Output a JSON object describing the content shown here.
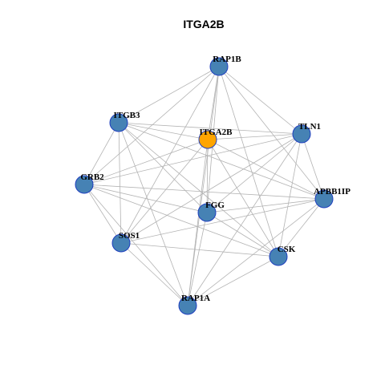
{
  "title": "ITGA2B",
  "colors": {
    "node_default": "#4682b4",
    "node_highlight": "#ffa500",
    "node_border": "#1f3fbf",
    "edge": "#b3b3b3"
  },
  "graph": {
    "nodes": [
      {
        "id": "RAP1B",
        "label": "RAP1B",
        "highlight": false
      },
      {
        "id": "ITGB3",
        "label": "ITGB3",
        "highlight": false
      },
      {
        "id": "ITGA2B",
        "label": "ITGA2B",
        "highlight": true
      },
      {
        "id": "TLN1",
        "label": "TLN1",
        "highlight": false
      },
      {
        "id": "GRB2",
        "label": "GRB2",
        "highlight": false
      },
      {
        "id": "APBB1IP",
        "label": "APBB1IP",
        "highlight": false
      },
      {
        "id": "FGG",
        "label": "FGG",
        "highlight": false
      },
      {
        "id": "SOS1",
        "label": "SOS1",
        "highlight": false
      },
      {
        "id": "CSK",
        "label": "CSK",
        "highlight": false
      },
      {
        "id": "RAP1A",
        "label": "RAP1A",
        "highlight": false
      }
    ],
    "edges": [
      [
        "RAP1B",
        "ITGB3"
      ],
      [
        "RAP1B",
        "ITGA2B"
      ],
      [
        "RAP1B",
        "TLN1"
      ],
      [
        "RAP1B",
        "GRB2"
      ],
      [
        "RAP1B",
        "APBB1IP"
      ],
      [
        "RAP1B",
        "FGG"
      ],
      [
        "RAP1B",
        "SOS1"
      ],
      [
        "RAP1B",
        "CSK"
      ],
      [
        "RAP1B",
        "RAP1A"
      ],
      [
        "ITGB3",
        "ITGA2B"
      ],
      [
        "ITGB3",
        "TLN1"
      ],
      [
        "ITGB3",
        "GRB2"
      ],
      [
        "ITGB3",
        "APBB1IP"
      ],
      [
        "ITGB3",
        "FGG"
      ],
      [
        "ITGB3",
        "SOS1"
      ],
      [
        "ITGB3",
        "CSK"
      ],
      [
        "ITGB3",
        "RAP1A"
      ],
      [
        "ITGA2B",
        "TLN1"
      ],
      [
        "ITGA2B",
        "GRB2"
      ],
      [
        "ITGA2B",
        "APBB1IP"
      ],
      [
        "ITGA2B",
        "FGG"
      ],
      [
        "ITGA2B",
        "SOS1"
      ],
      [
        "ITGA2B",
        "CSK"
      ],
      [
        "ITGA2B",
        "RAP1A"
      ],
      [
        "TLN1",
        "GRB2"
      ],
      [
        "TLN1",
        "APBB1IP"
      ],
      [
        "TLN1",
        "FGG"
      ],
      [
        "TLN1",
        "SOS1"
      ],
      [
        "TLN1",
        "CSK"
      ],
      [
        "TLN1",
        "RAP1A"
      ],
      [
        "GRB2",
        "APBB1IP"
      ],
      [
        "GRB2",
        "FGG"
      ],
      [
        "GRB2",
        "SOS1"
      ],
      [
        "GRB2",
        "CSK"
      ],
      [
        "GRB2",
        "RAP1A"
      ],
      [
        "APBB1IP",
        "FGG"
      ],
      [
        "APBB1IP",
        "SOS1"
      ],
      [
        "APBB1IP",
        "CSK"
      ],
      [
        "APBB1IP",
        "RAP1A"
      ],
      [
        "FGG",
        "CSK"
      ],
      [
        "FGG",
        "RAP1A"
      ],
      [
        "SOS1",
        "CSK"
      ],
      [
        "SOS1",
        "RAP1A"
      ],
      [
        "CSK",
        "RAP1A"
      ]
    ]
  }
}
